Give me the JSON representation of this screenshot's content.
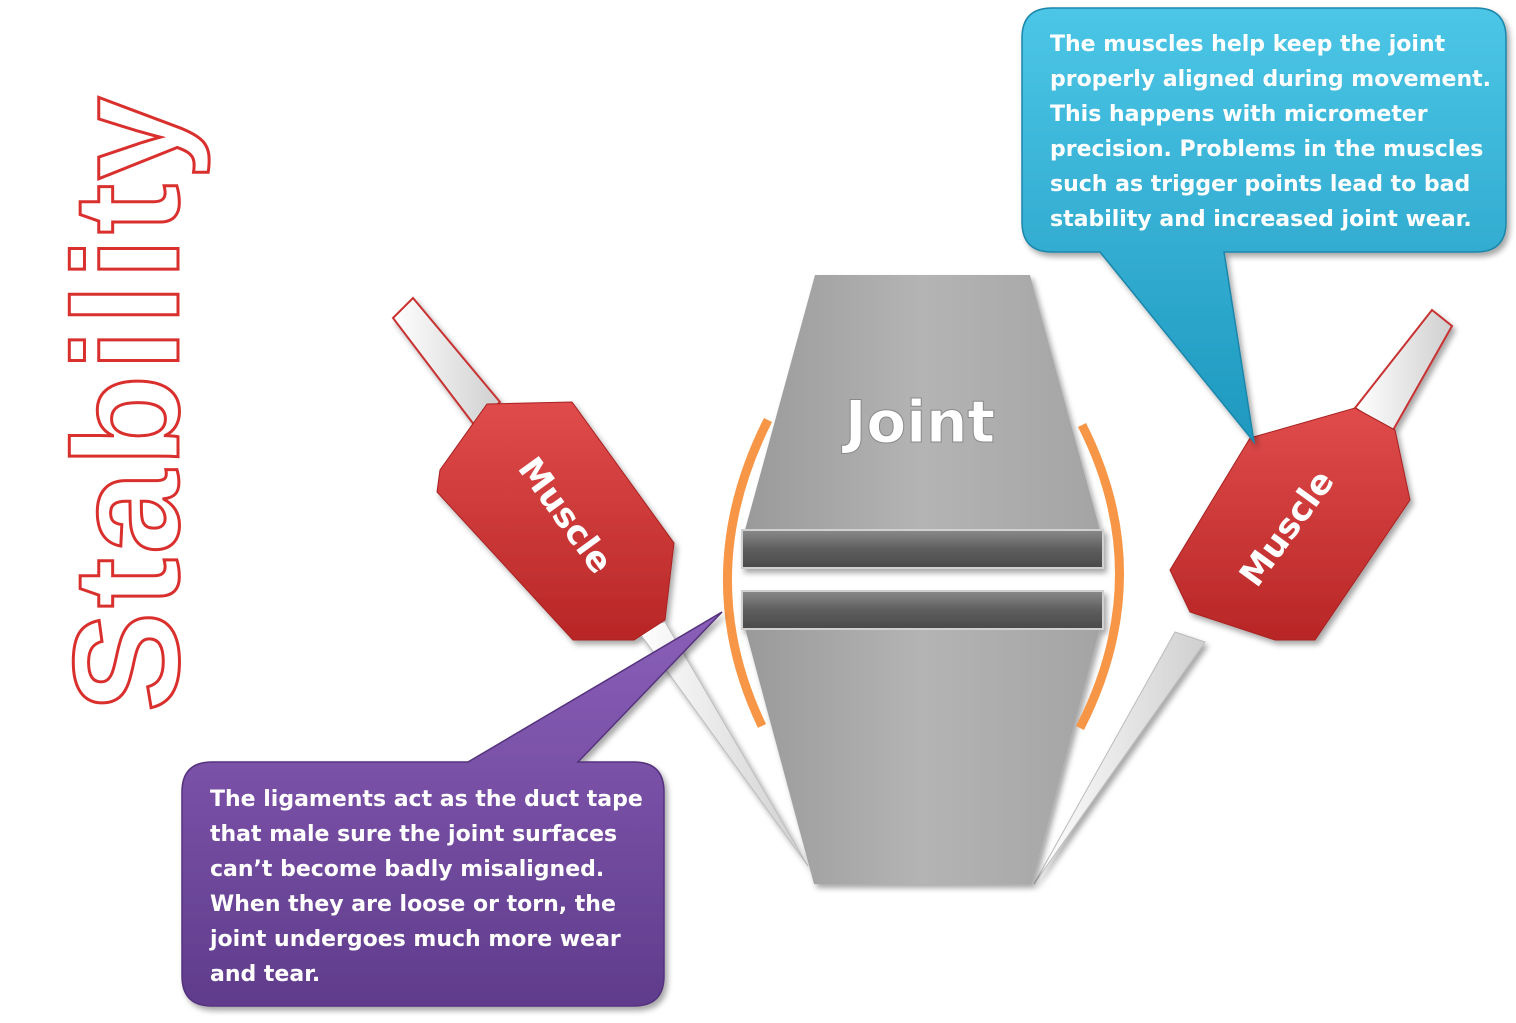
{
  "title": "Stability",
  "joint_label": "Joint",
  "muscle_left_label": "Muscle",
  "muscle_right_label": "Muscle",
  "callout_top": {
    "lines": [
      "The muscles help keep the joint",
      "properly aligned during movement.",
      "This happens with micrometer",
      "precision.  Problems in the muscles",
      "such as trigger points lead to bad",
      "stability and increased joint wear."
    ]
  },
  "callout_bottom": {
    "lines": [
      "The ligaments act as the duct tape",
      "that male sure the joint surfaces",
      "can’t become badly misaligned.",
      "When they are loose or torn, the",
      "joint undergoes much more wear",
      "and tear."
    ]
  },
  "colors": {
    "title_outline": "#d9302e",
    "muscle": "#cc2f2f",
    "joint": "#a9a9a9",
    "ligament": "#f79646",
    "callout_top": "#2bb3d6",
    "callout_bottom": "#7a4fa3"
  }
}
